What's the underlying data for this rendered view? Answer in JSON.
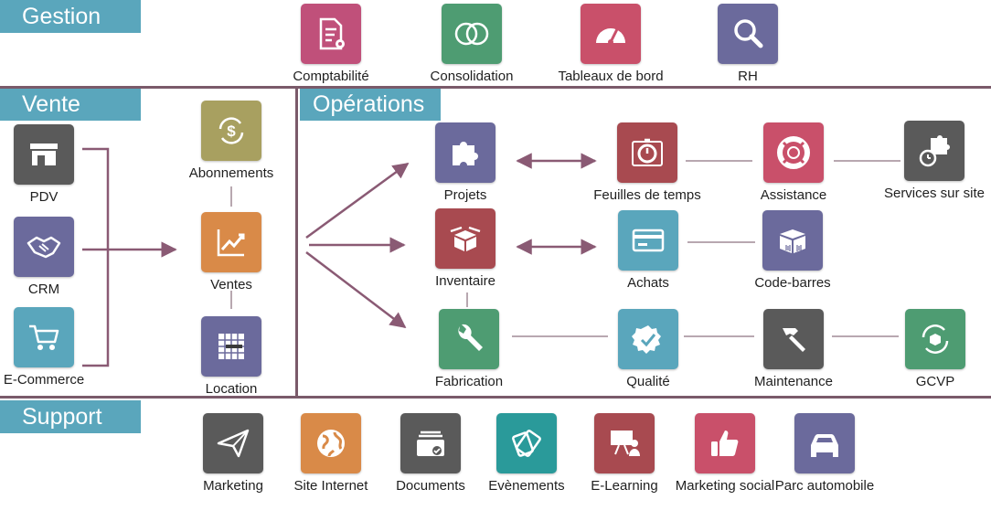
{
  "sections": {
    "gestion": "Gestion",
    "vente": "Vente",
    "operations": "Opérations",
    "support": "Support"
  },
  "apps": {
    "comptabilite": {
      "label": "Comptabilité",
      "color": "#c0507a",
      "icon": "invoice-gear-icon"
    },
    "consolidation": {
      "label": "Consolidation",
      "color": "#4e9c72",
      "icon": "overlapping-circles-icon"
    },
    "tableaux": {
      "label": "Tableaux de bord",
      "color": "#c9506a",
      "icon": "gauge-icon"
    },
    "rh": {
      "label": "RH",
      "color": "#6b6a9c",
      "icon": "magnifier-icon"
    },
    "pdv": {
      "label": "PDV",
      "color": "#5a5a5a",
      "icon": "shop-icon"
    },
    "crm": {
      "label": "CRM",
      "color": "#6b6a9c",
      "icon": "handshake-icon"
    },
    "ecommerce": {
      "label": "E-Commerce",
      "color": "#5aa6bc",
      "icon": "cart-icon"
    },
    "abonnements": {
      "label": "Abonnements",
      "color": "#a8a060",
      "icon": "dollar-cycle-icon"
    },
    "ventes": {
      "label": "Ventes",
      "color": "#d98a48",
      "icon": "chart-up-icon"
    },
    "location": {
      "label": "Location",
      "color": "#6b6a9c",
      "icon": "calendar-grid-icon"
    },
    "projets": {
      "label": "Projets",
      "color": "#6b6a9c",
      "icon": "puzzle-icon"
    },
    "feuilles": {
      "label": "Feuilles de temps",
      "color": "#a84a50",
      "icon": "stopwatch-icon"
    },
    "assistance": {
      "label": "Assistance",
      "color": "#c9506a",
      "icon": "lifebuoy-icon"
    },
    "services": {
      "label": "Services sur site",
      "color": "#5a5a5a",
      "icon": "puzzle-clock-icon"
    },
    "inventaire": {
      "label": "Inventaire",
      "color": "#a84a50",
      "icon": "open-box-icon"
    },
    "achats": {
      "label": "Achats",
      "color": "#5aa6bc",
      "icon": "credit-card-icon"
    },
    "codebarres": {
      "label": "Code-barres",
      "color": "#6b6a9c",
      "icon": "barcode-box-icon"
    },
    "fabrication": {
      "label": "Fabrication",
      "color": "#4e9c72",
      "icon": "wrench-icon"
    },
    "qualite": {
      "label": "Qualité",
      "color": "#5aa6bc",
      "icon": "quality-badge-icon"
    },
    "maintenance": {
      "label": "Maintenance",
      "color": "#5a5a5a",
      "icon": "hammer-icon"
    },
    "gcvp": {
      "label": "GCVP",
      "color": "#4e9c72",
      "icon": "cycle-box-icon"
    },
    "marketing": {
      "label": "Marketing",
      "color": "#5a5a5a",
      "icon": "paper-plane-icon"
    },
    "siteinternet": {
      "label": "Site Internet",
      "color": "#d98a48",
      "icon": "globe-icon"
    },
    "documents": {
      "label": "Documents",
      "color": "#5a5a5a",
      "icon": "document-tray-icon"
    },
    "evenements": {
      "label": "Evènements",
      "color": "#2a9a9a",
      "icon": "tickets-icon"
    },
    "elearning": {
      "label": "E-Learning",
      "color": "#a84a50",
      "icon": "presenter-icon"
    },
    "marketingsocial": {
      "label": "Marketing social",
      "color": "#c9506a",
      "icon": "thumbs-up-icon"
    },
    "parc": {
      "label": "Parc automobile",
      "color": "#6b6a9c",
      "icon": "car-icon"
    }
  },
  "connector_color": "#8a5a74"
}
